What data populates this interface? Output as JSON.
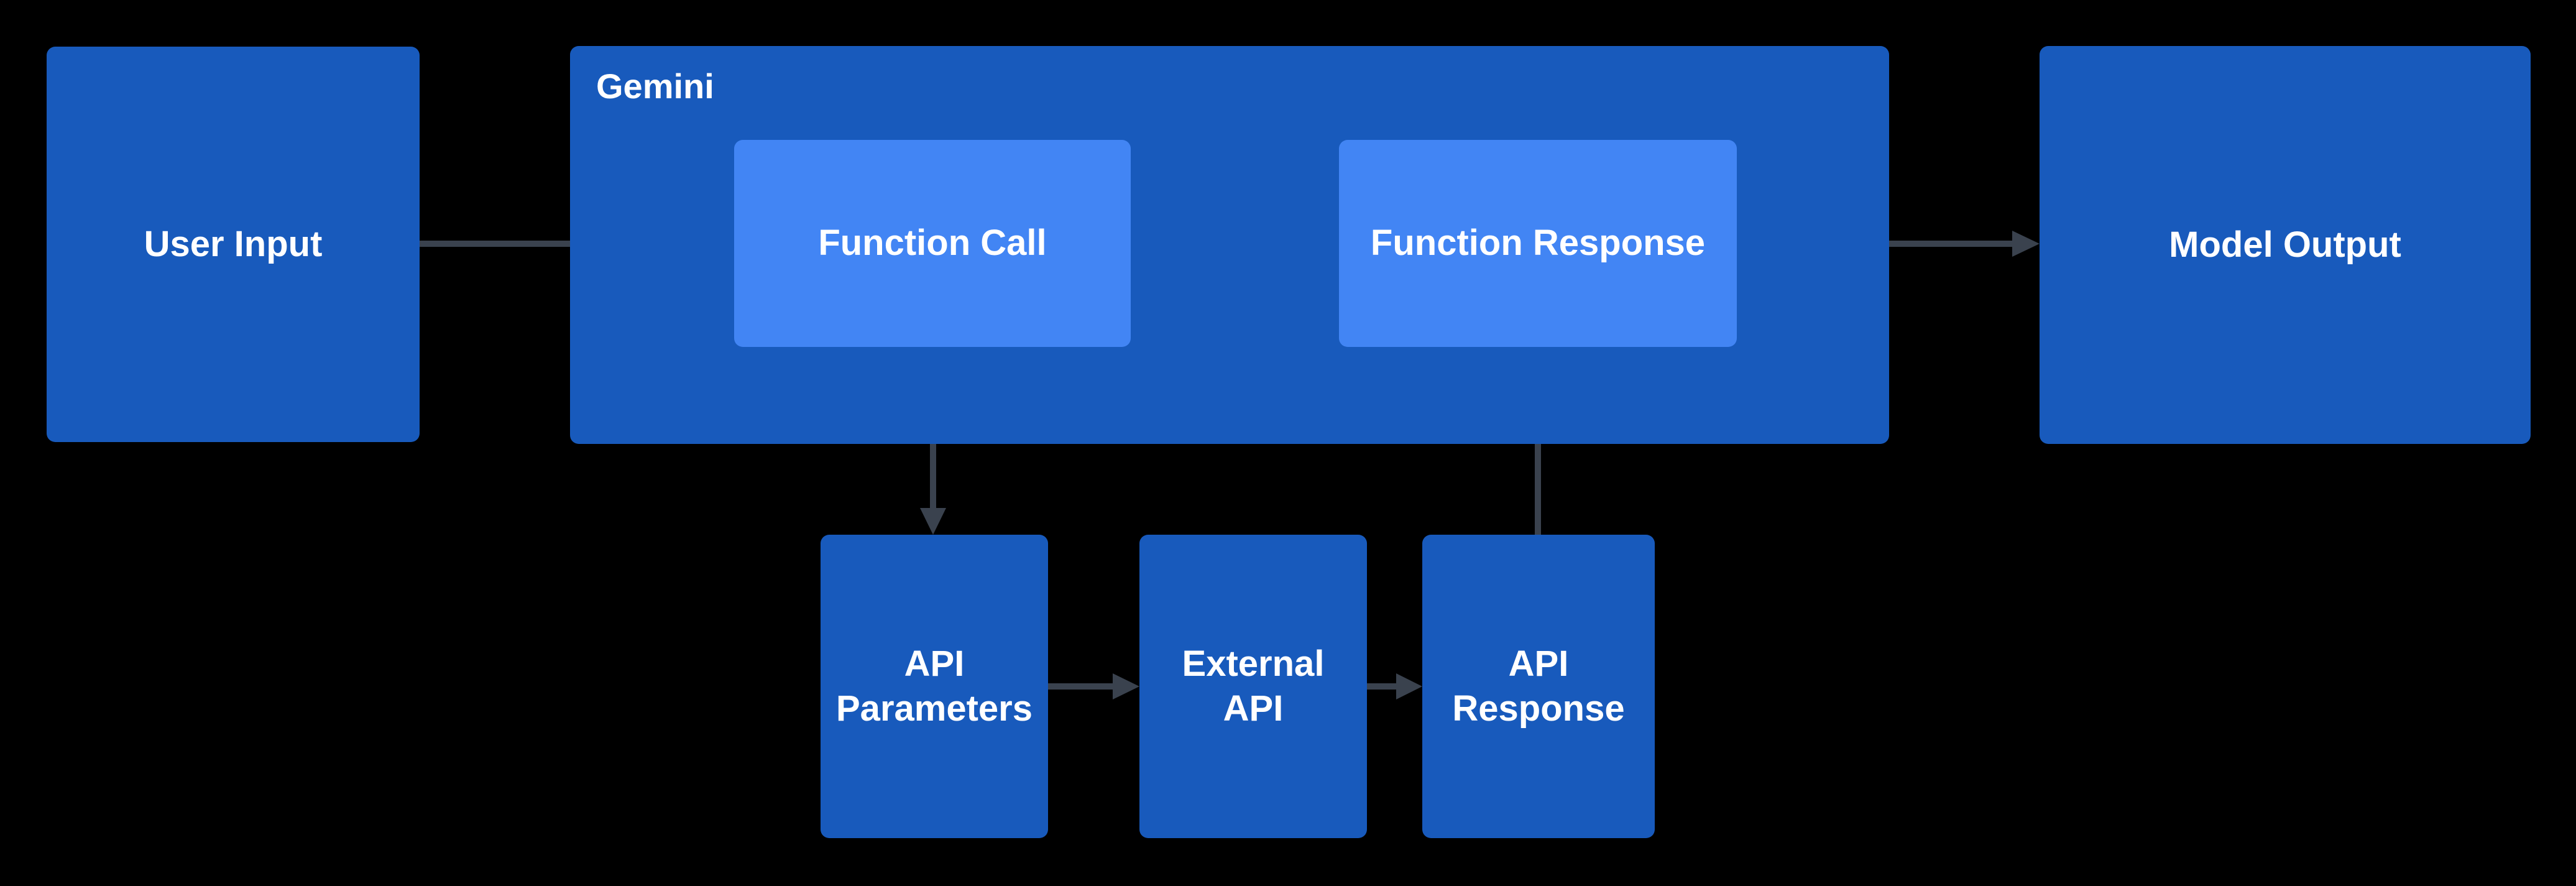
{
  "diagram": {
    "container": {
      "label": "Gemini"
    },
    "nodes": {
      "user_input": {
        "label": "User Input"
      },
      "function_call": {
        "label": "Function Call"
      },
      "function_response": {
        "label": "Function Response"
      },
      "model_output": {
        "label": "Model Output"
      },
      "api_parameters": {
        "label": "API\nParameters"
      },
      "external_api": {
        "label": "External\nAPI"
      },
      "api_response": {
        "label": "API\nResponse"
      }
    },
    "edges": [
      {
        "from": "user_input",
        "to": "function_call"
      },
      {
        "from": "function_call",
        "to": "api_parameters"
      },
      {
        "from": "api_parameters",
        "to": "external_api"
      },
      {
        "from": "external_api",
        "to": "api_response"
      },
      {
        "from": "api_response",
        "to": "function_response"
      },
      {
        "from": "gemini",
        "to": "model_output"
      }
    ],
    "colors": {
      "background": "#000000",
      "outer_box": "#185ABC",
      "inner_box": "#4285F4",
      "arrow": "#3A424E",
      "text": "#FFFFFF"
    }
  }
}
